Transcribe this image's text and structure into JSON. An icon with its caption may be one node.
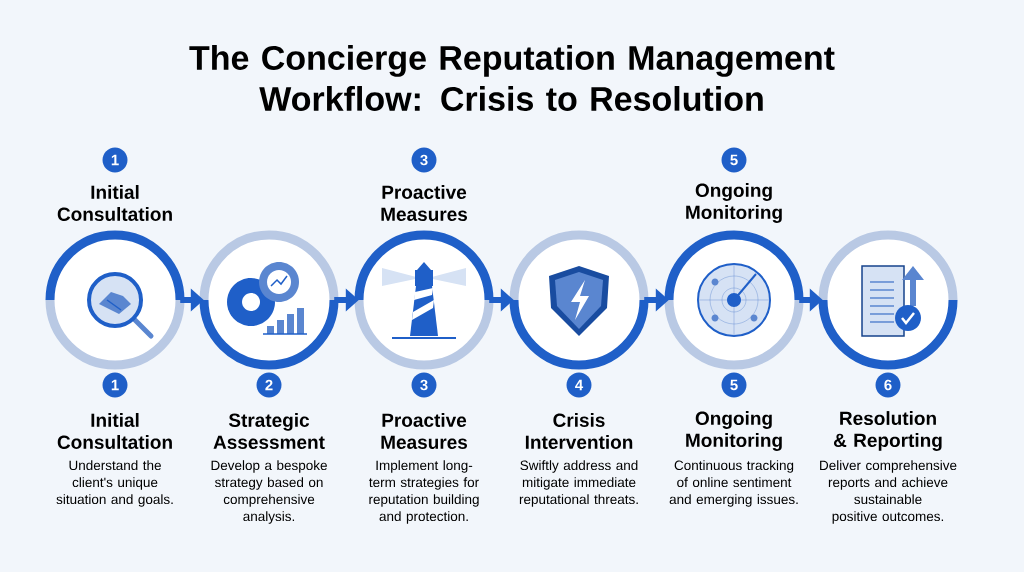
{
  "diagram": {
    "title": "The Concierge Reputation Management Workflow: Crisis to Resolution",
    "nodes": [
      {
        "text": [],
        "shape": "circle",
        "beside": [
          "1",
          "Initial Consultation",
          "1",
          "Initial Consultation",
          "Understand the client's unique situation and goals."
        ]
      },
      {
        "text": [],
        "shape": "circle",
        "beside": [
          "2",
          "Strategic Assessment",
          "Develop a bespoke strategy based on comprehensive analysis."
        ]
      },
      {
        "text": [],
        "shape": "circle",
        "beside": [
          "3",
          "Proactive Measures",
          "3",
          "Proactive Measures",
          "Implement long-term strategies for reputation building and protection."
        ]
      },
      {
        "text": [],
        "shape": "circle",
        "beside": [
          "4",
          "Crisis Intervention",
          "Swiftly address and mitigate immediate reputational threats."
        ]
      },
      {
        "text": [],
        "shape": "circle",
        "beside": [
          "5",
          "Ongoing Monitoring",
          "5",
          "Ongoing Monitoring",
          "Continuous tracking of online sentiment and emerging issues."
        ]
      },
      {
        "text": [],
        "shape": "circle",
        "beside": [
          "6",
          "Resolution & Reporting",
          "Deliver comprehensive reports and achieve sustainable positive outcomes."
        ]
      }
    ],
    "edges": [
      {
        "from": 0,
        "to": 1,
        "arrow": "to"
      },
      {
        "from": 1,
        "to": 2,
        "arrow": "to"
      },
      {
        "from": 2,
        "to": 3,
        "arrow": "to"
      },
      {
        "from": 3,
        "to": 4,
        "arrow": "to"
      },
      {
        "from": 4,
        "to": 5,
        "arrow": "to"
      }
    ]
  }
}
